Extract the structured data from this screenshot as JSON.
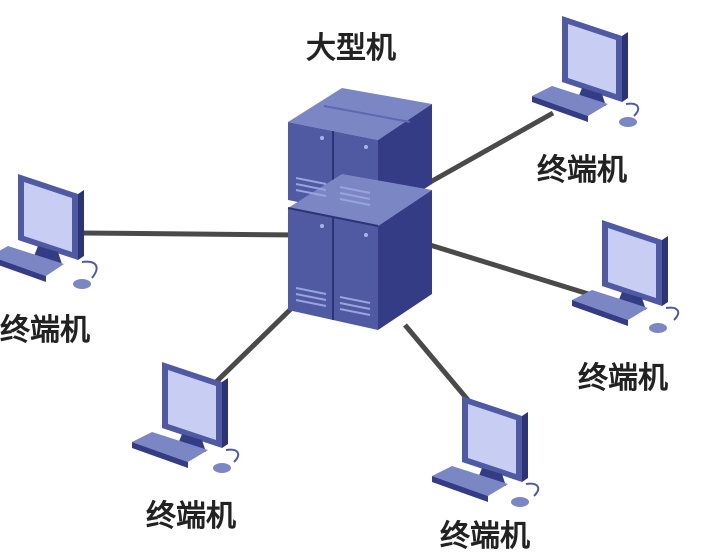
{
  "mainframe": {
    "label": "大型机"
  },
  "terminals": [
    {
      "id": "upper-right",
      "label": "终端机"
    },
    {
      "id": "left",
      "label": "终端机"
    },
    {
      "id": "right",
      "label": "终端机"
    },
    {
      "id": "bottom-left",
      "label": "终端机"
    },
    {
      "id": "bottom-right",
      "label": "终端机"
    }
  ],
  "colors": {
    "device_light": "#7b86c4",
    "device_mid": "#4f5aa3",
    "device_dark": "#2d3474",
    "screen": "#c7cdf3",
    "link": "#4a4a4a",
    "text": "#222222"
  }
}
